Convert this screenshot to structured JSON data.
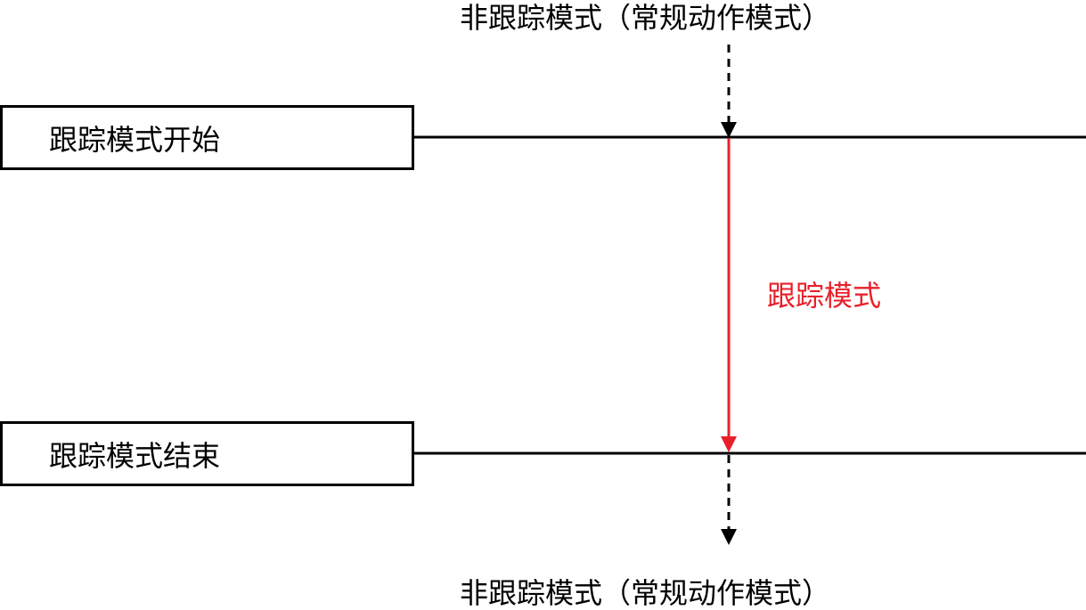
{
  "top_caption": "非跟踪模式（常规动作模式）",
  "bottom_caption": "非跟踪模式（常规动作模式）",
  "start_box_label": "跟踪模式开始",
  "end_box_label": "跟踪模式结束",
  "tracking_label": "跟踪模式",
  "colors": {
    "line": "#000000",
    "tracking": "#e8202a"
  }
}
